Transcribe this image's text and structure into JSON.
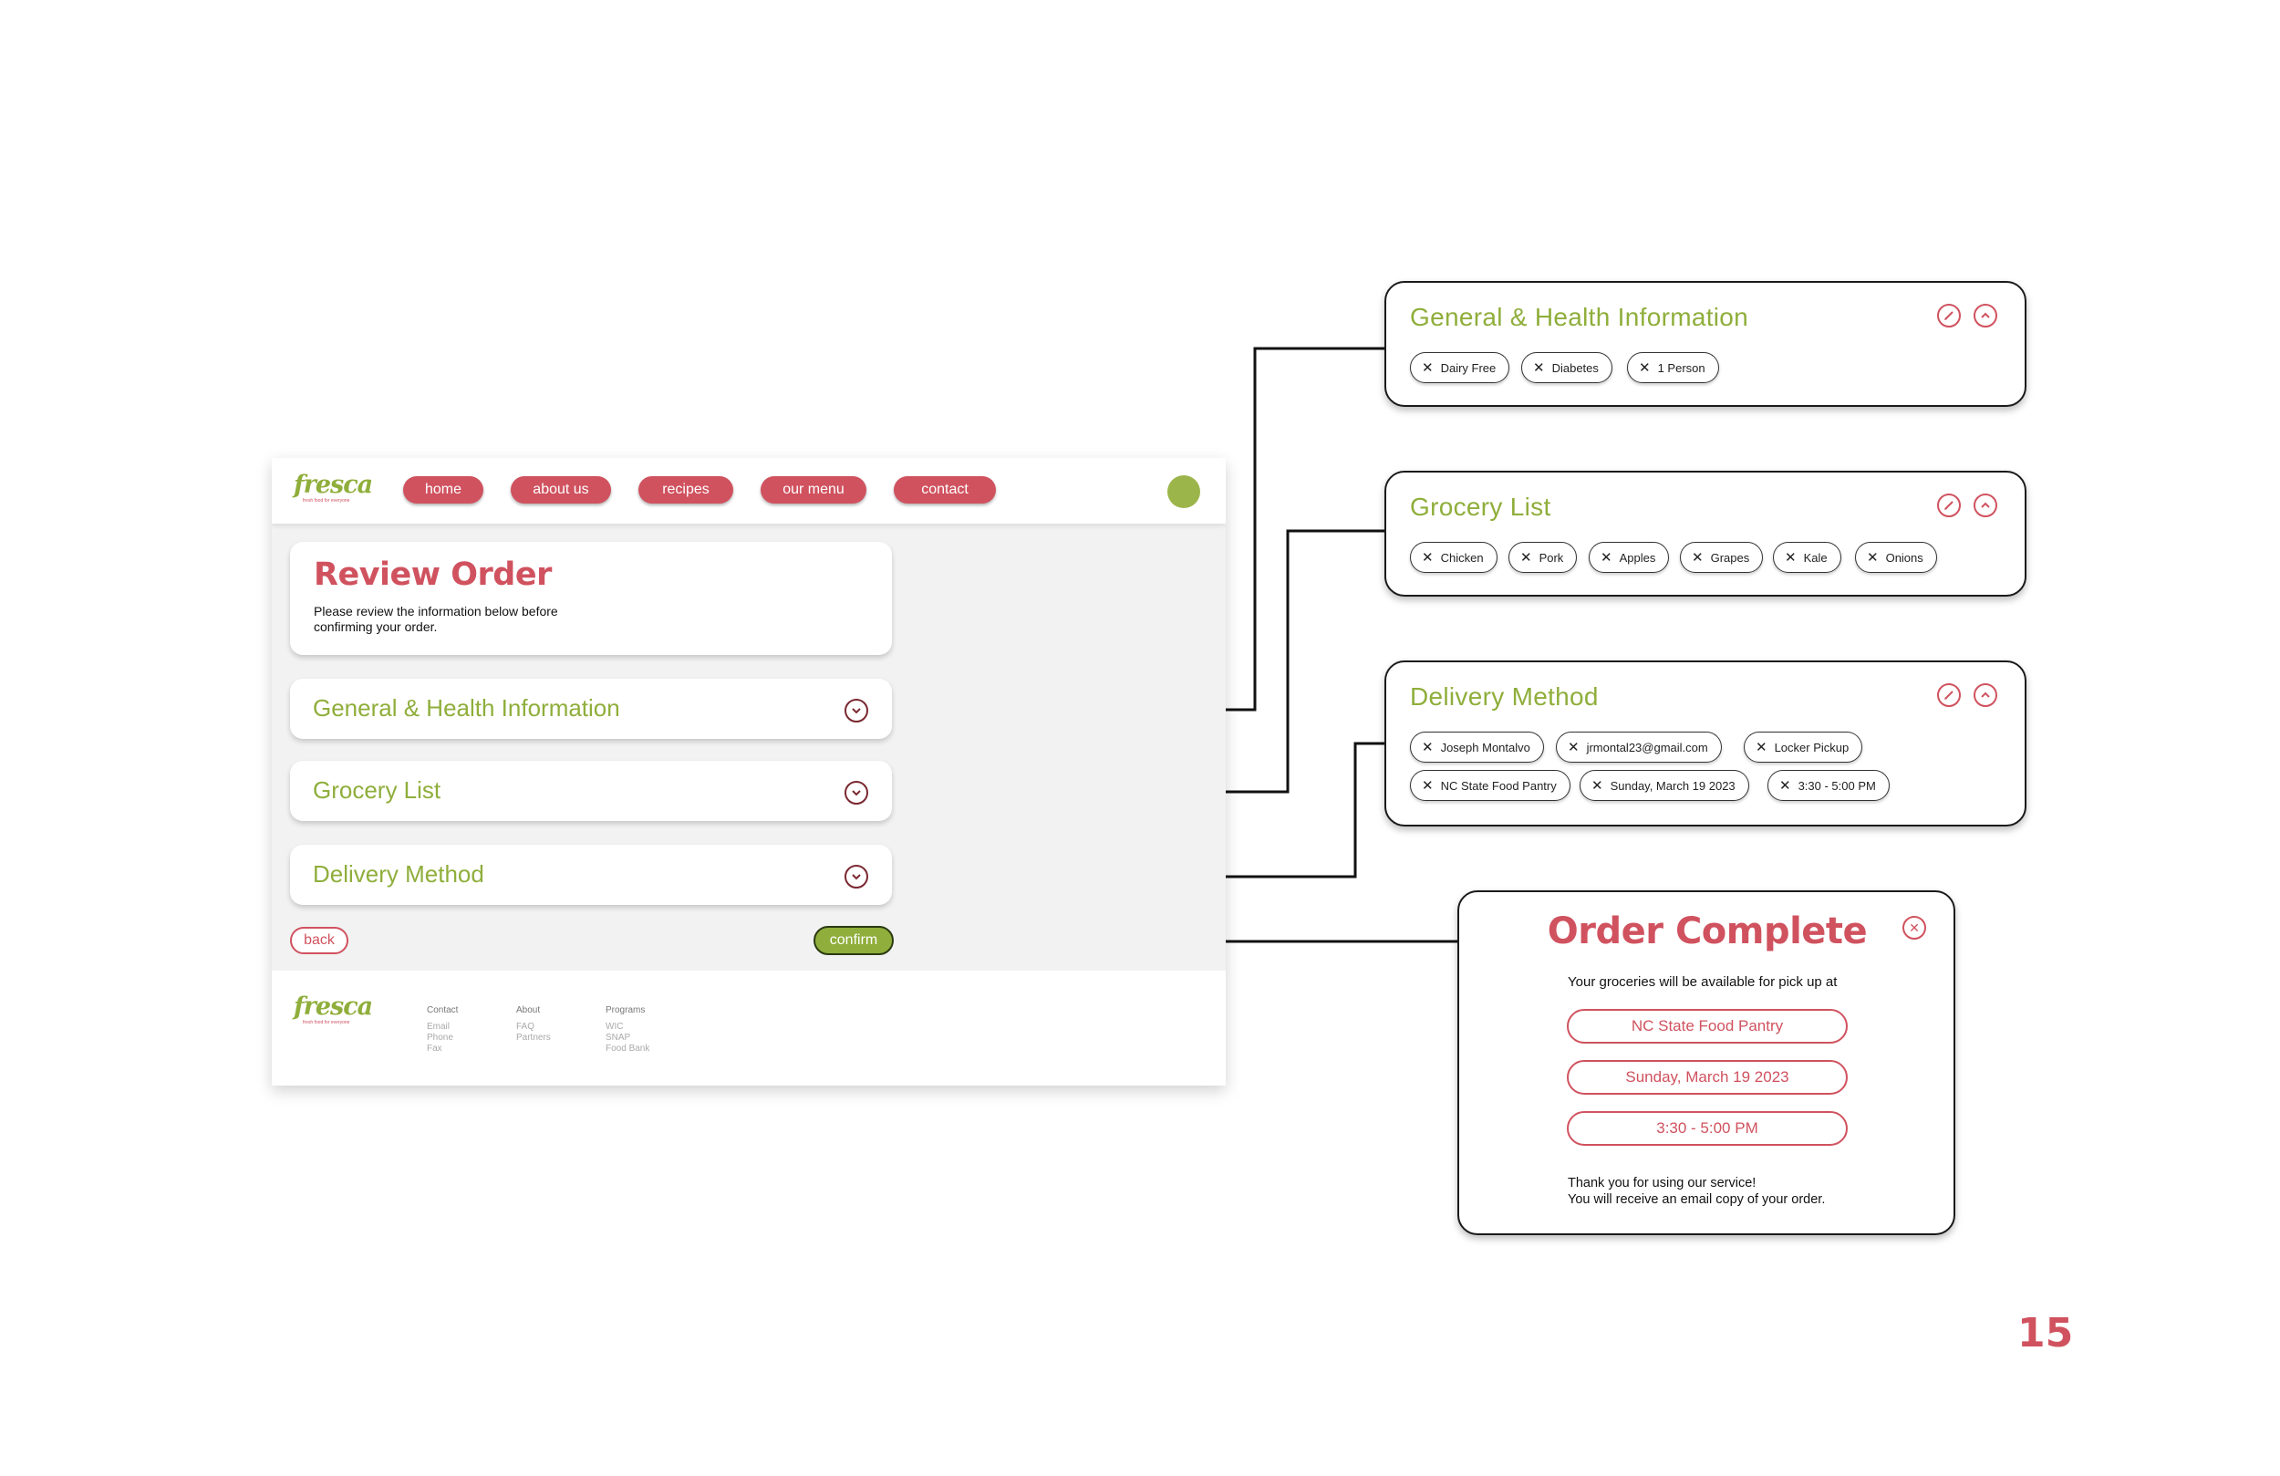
{
  "brand": {
    "name": "fresca",
    "tagline": "fresh food for everyone",
    "accent": "#d0525f",
    "green": "#8fae3b"
  },
  "nav": [
    "home",
    "about us",
    "recipes",
    "our menu",
    "contact"
  ],
  "review": {
    "title": "Review Order",
    "description": "Please review the information below before confirming your order."
  },
  "sections": [
    "General & Health Information",
    "Grocery List",
    "Delivery Method"
  ],
  "buttons": {
    "back": "back",
    "confirm": "confirm"
  },
  "footer": {
    "columns": [
      {
        "heading": "Contact",
        "items": [
          "Email",
          "Phone",
          "Fax"
        ]
      },
      {
        "heading": "About",
        "items": [
          "FAQ",
          "Partners"
        ]
      },
      {
        "heading": "Programs",
        "items": [
          "WIC",
          "SNAP",
          "Food Bank"
        ]
      }
    ]
  },
  "panels": [
    {
      "title": "General & Health Information",
      "chips": [
        "Dairy Free",
        "Diabetes",
        "1 Person"
      ]
    },
    {
      "title": "Grocery List",
      "chips": [
        "Chicken",
        "Pork",
        "Apples",
        "Grapes",
        "Kale",
        "Onions"
      ]
    },
    {
      "title": "Delivery Method",
      "chips": [
        "Joseph Montalvo",
        "jrmontal23@gmail.com",
        "Locker Pickup",
        "NC State Food Pantry",
        "Sunday, March 19 2023",
        "3:30 - 5:00 PM"
      ]
    }
  ],
  "order_complete": {
    "title": "Order Complete",
    "subtitle": "Your groceries will be available for pick up at",
    "location": "NC State Food Pantry",
    "date": "Sunday, March 19 2023",
    "time": "3:30 - 5:00 PM",
    "thanks": "Thank you for using our service!",
    "email_note": "You will receive an email copy of your order."
  },
  "page_number": "15"
}
